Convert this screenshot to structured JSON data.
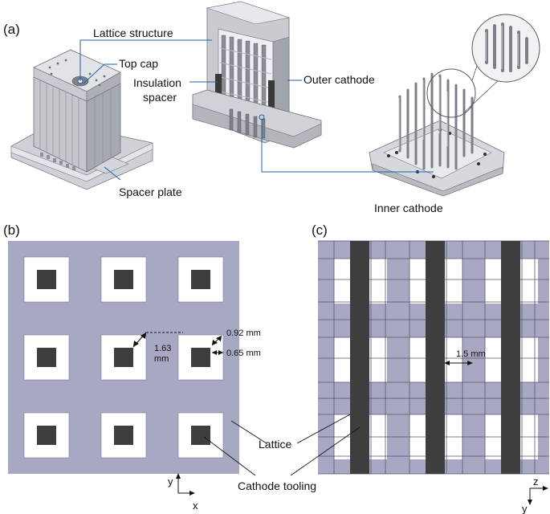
{
  "panels": {
    "a": "(a)",
    "b": "(b)",
    "c": "(c)"
  },
  "panel_a": {
    "labels": {
      "lattice_structure": "Lattice structure",
      "top_cap": "Top cap",
      "insulation": "Insulation",
      "spacer": "spacer",
      "outer_cathode": "Outer cathode",
      "spacer_plate": "Spacer plate",
      "inner_cathode": "Inner cathode"
    }
  },
  "panel_b": {
    "dimensions": {
      "d1_value": "1.63",
      "d1_unit": "mm",
      "d2": "0.92 mm",
      "d3": "0.65 mm"
    },
    "axes": {
      "vertical": "y",
      "horizontal": "x"
    }
  },
  "panel_c": {
    "dimension": "1.5 mm",
    "axes": {
      "vertical": "z",
      "horizontal": "y"
    }
  },
  "callouts": {
    "lattice": "Lattice",
    "cathode_tooling": "Cathode tooling"
  },
  "colors": {
    "lattice": "#a9a8c4",
    "cathode": "#3e3e3e",
    "hole": "#ffffff",
    "metal_light": "#d9dadd",
    "metal_dark": "#9a9ca2"
  }
}
